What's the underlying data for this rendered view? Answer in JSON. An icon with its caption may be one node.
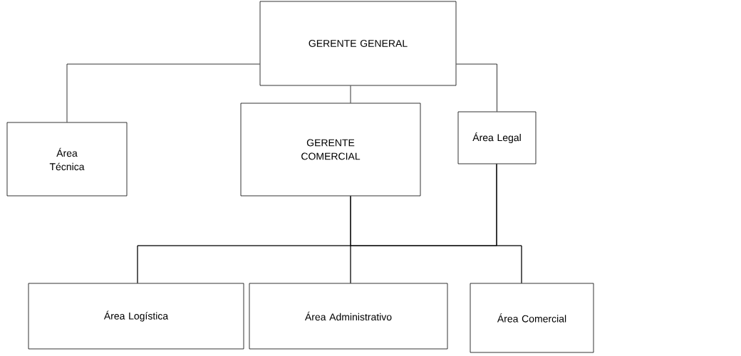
{
  "diagram": {
    "nodes": [
      {
        "text": [
          "GERENTE GENERAL"
        ]
      },
      {
        "text": [
          "Área Técnica"
        ]
      },
      {
        "text": [
          "GERENTE COMERCIAL"
        ]
      },
      {
        "text": [
          "Área Legal"
        ]
      },
      {
        "text": [
          "Área Logística"
        ]
      },
      {
        "text": [
          "Área Administrativo"
        ]
      },
      {
        "text": [
          "Área Comercial"
        ]
      }
    ],
    "edges": [
      {
        "from": 0,
        "to": 1,
        "arrow": "none"
      },
      {
        "from": 0,
        "to": 2,
        "arrow": "none"
      },
      {
        "from": 0,
        "to": 3,
        "arrow": "none"
      },
      {
        "from": 2,
        "to": 4,
        "arrow": "none"
      },
      {
        "from": 2,
        "to": 5,
        "arrow": "none"
      },
      {
        "from": 2,
        "to": 6,
        "arrow": "none"
      },
      {
        "from": 3,
        "to": 4,
        "arrow": "none"
      },
      {
        "from": 3,
        "to": 5,
        "arrow": "none"
      },
      {
        "from": 3,
        "to": 6,
        "arrow": "none"
      }
    ]
  }
}
